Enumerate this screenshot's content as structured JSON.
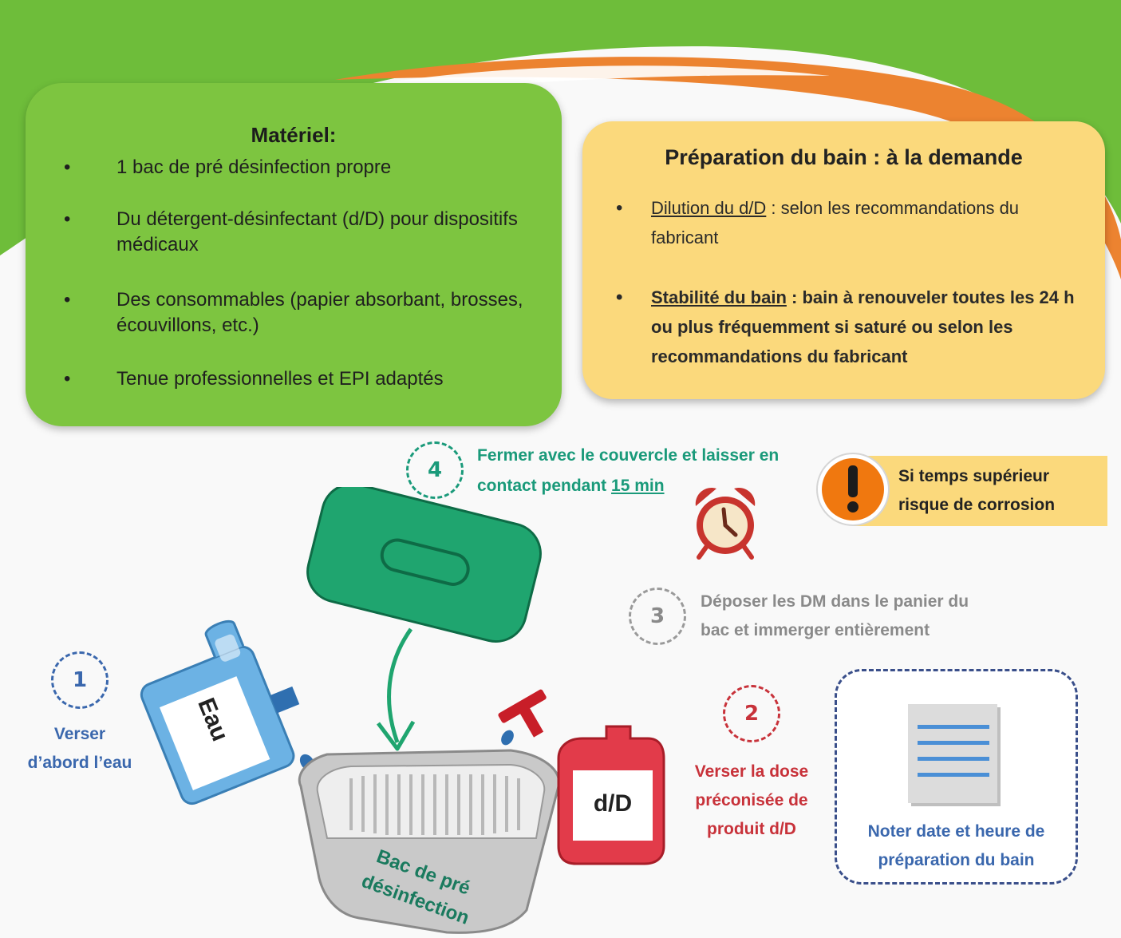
{
  "materiel": {
    "title": "Matériel:",
    "bullet": "•",
    "items": [
      "1 bac de pré désinfection propre",
      "Du détergent-désinfectant (d/D) pour dispositifs médicaux",
      "Des consommables (papier absorbant, brosses, écouvillons, etc.)",
      "Tenue professionnelles et EPI adaptés"
    ]
  },
  "preparation": {
    "title": "Préparation du bain : à la demande",
    "bullet": "•",
    "dilution_label": "Dilution du d/D",
    "dilution_text": " : selon les recommandations du fabricant",
    "stability_label": "Stabilité du bain",
    "stability_text": " : bain à renouveler toutes les 24 h ou plus fréquemment si saturé ou selon les recommandations du fabricant"
  },
  "steps": {
    "step1": {
      "number": "1",
      "text_line1": "Verser",
      "text_line2": "d’abord l’eau"
    },
    "step2": {
      "number": "2",
      "text_line1": "Verser la dose",
      "text_line2": "préconisée de",
      "text_line3": "produit d/D"
    },
    "step3": {
      "number": "3",
      "text_line1": "Déposer les DM dans le panier du",
      "text_line2": "bac et immerger entièrement"
    },
    "step4": {
      "number": "4",
      "text_line1": "Fermer avec le couvercle et laisser en",
      "text_line2_prefix": "contact pendant ",
      "duration": "15 min"
    }
  },
  "warning": {
    "line1": "Si temps supérieur",
    "line2": "risque de corrosion"
  },
  "note": {
    "line1": "Noter date et heure de",
    "line2": "préparation du bain"
  },
  "labels": {
    "eau": "Eau",
    "dd": "d/D",
    "bac_line1": "Bac de pré",
    "bac_line2": "désinfection"
  },
  "colors": {
    "green_card": "#7dc540",
    "yellow_card": "#fbd97c",
    "step4_teal": "#1a9a7a",
    "step1_blue": "#3a67ad",
    "step2_red": "#c8323a",
    "step3_grey": "#8a8a8a",
    "lid_green": "#1fa56f",
    "water_blue": "#6cb2e4",
    "dd_red": "#e23b4a"
  },
  "icons": [
    "alarm-clock-icon",
    "warning-exclamation-icon",
    "document-icon",
    "water-drop-icon",
    "arrow-down-icon"
  ]
}
